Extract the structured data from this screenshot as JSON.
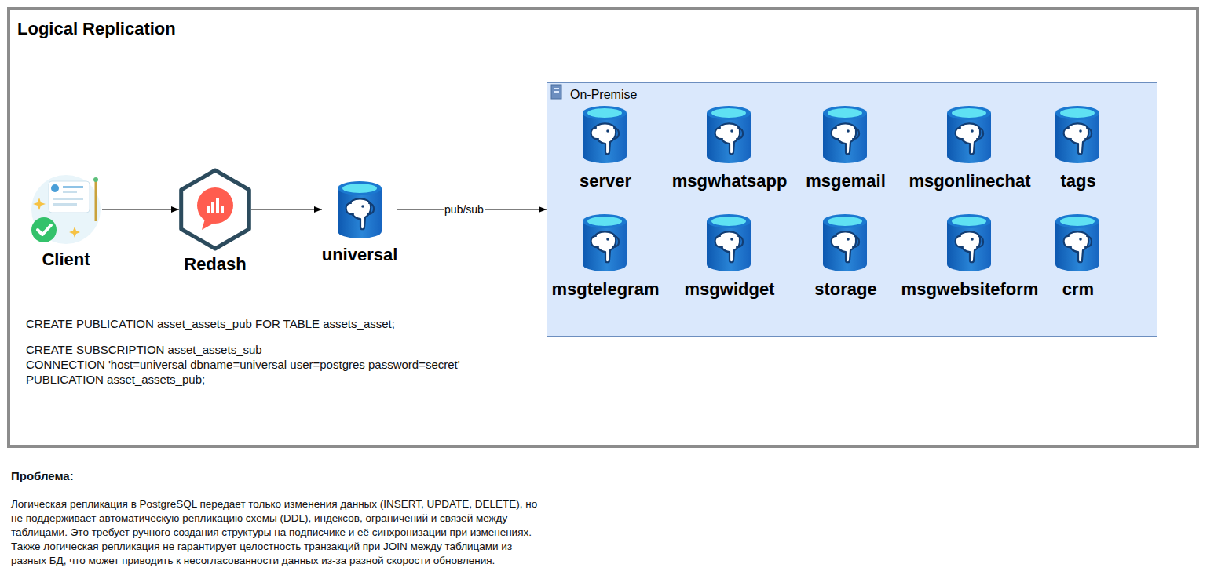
{
  "diagram": {
    "title": "Logical Replication",
    "nodes": [
      {
        "text": [
          "Client"
        ]
      },
      {
        "text": [
          "Redash"
        ]
      },
      {
        "text": [
          "universal"
        ]
      },
      {
        "text": [
          "On-Premise"
        ]
      },
      {
        "text": [
          "server"
        ],
        "in": 3
      },
      {
        "text": [
          "msgwhatsapp"
        ],
        "in": 3
      },
      {
        "text": [
          "msgemail"
        ],
        "in": 3
      },
      {
        "text": [
          "msgonlinechat"
        ],
        "in": 3
      },
      {
        "text": [
          "tags"
        ],
        "in": 3
      },
      {
        "text": [
          "msgtelegram"
        ],
        "in": 3
      },
      {
        "text": [
          "msgwidget"
        ],
        "in": 3
      },
      {
        "text": [
          "storage"
        ],
        "in": 3
      },
      {
        "text": [
          "msgwebsiteform"
        ],
        "in": 3
      },
      {
        "text": [
          "crm"
        ],
        "in": 3
      }
    ],
    "edges": [
      {
        "from": 0,
        "to": 1,
        "arrow": "to"
      },
      {
        "from": 1,
        "to": 2,
        "arrow": "to"
      },
      {
        "from": 2,
        "to": 3,
        "label": "pub/sub",
        "arrow": "to"
      }
    ],
    "labels": [
      "CREATE PUBLICATION asset_assets_pub FOR TABLE assets_asset;",
      "CREATE SUBSCRIPTION asset_assets_sub",
      "CONNECTION 'host=universal dbname=universal user=postgres password=secret'",
      "PUBLICATION asset_assets_pub;",
      "Проблема:",
      "Логическая репликация в PostgreSQL передает только изменения данных (INSERT, UPDATE, DELETE), но не поддерживает автоматическую репликацию схемы (DDL), индексов, ограничений и связей между таблицами. Это требует ручного создания структуры на подписчике и её синхронизации при изменениях. Также логическая репликация не гарантирует целостность транзакций при JOIN между таблицами из разных БД, что может приводить к несогласованности данных из-за разной скорости обновления."
    ]
  }
}
